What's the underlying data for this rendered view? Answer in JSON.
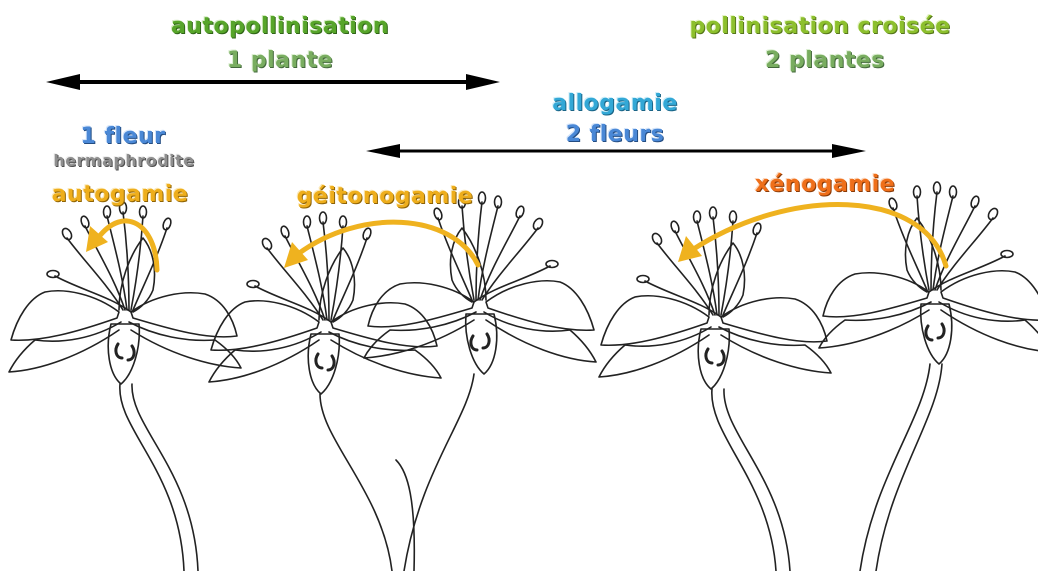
{
  "labels": {
    "autopollinisation": "autopollinisation",
    "une_plante": "1 plante",
    "pollinisation_croisee": "pollinisation croisée",
    "deux_plantes": "2 plantes",
    "allogamie": "allogamie",
    "deux_fleurs": "2 fleurs",
    "une_fleur": "1 fleur",
    "hermaphrodite": "hermaphrodite",
    "autogamie": "autogamie",
    "geitonogamie": "géitonogamie",
    "xenogamie": "xénogamie"
  },
  "colors": {
    "arrow_line": "#000000",
    "curved_arrow": "#efb21f",
    "flower_outline": "#222222"
  }
}
